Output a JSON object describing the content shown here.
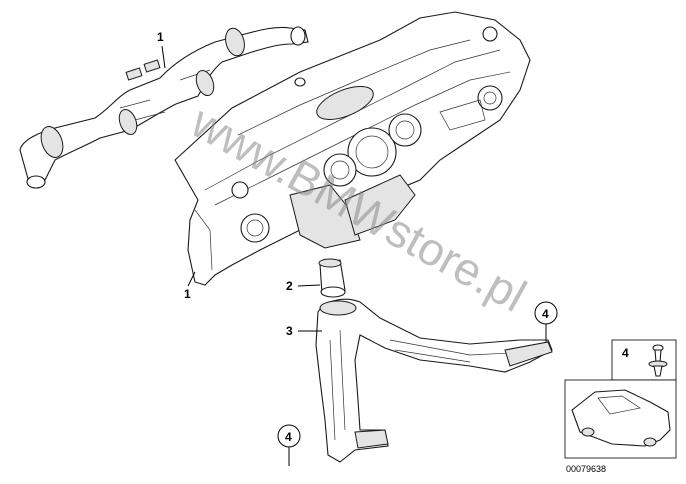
{
  "diagram": {
    "callouts": [
      {
        "id": "1",
        "label": "1",
        "circled": false
      },
      {
        "id": "2",
        "label": "2",
        "circled": false
      },
      {
        "id": "3",
        "label": "3",
        "circled": false
      },
      {
        "id": "4a",
        "label": "4",
        "circled": true
      },
      {
        "id": "4b",
        "label": "4",
        "circled": true
      },
      {
        "id": "4c",
        "label": "4",
        "circled": false
      }
    ],
    "watermark": "www.BMWstore.pl",
    "part_number": "00079638"
  },
  "colors": {
    "line": "#1a1a1a",
    "shade": "#e4e4e4",
    "watermark": "#8a8a8a"
  }
}
